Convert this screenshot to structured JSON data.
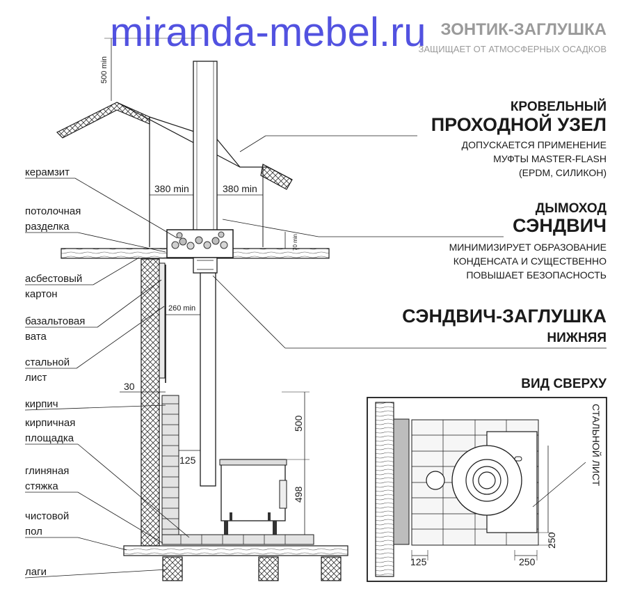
{
  "watermark": "miranda-mebel.ru",
  "top_cap": {
    "title": "ЗОНТИК-ЗАГЛУШКА",
    "subtitle": "ЗАЩИЩАЕТ ОТ АТМОСФЕРНЫХ ОСАДКОВ"
  },
  "roof_node": {
    "line1": "КРОВЕЛЬНЫЙ",
    "line2": "ПРОХОДНОЙ УЗЕЛ",
    "desc": [
      "ДОПУСКАЕТСЯ ПРИМЕНЕНИЕ",
      "МУФТЫ MASTER-FLASH",
      "(EPDM, СИЛИКОН)"
    ]
  },
  "chimney": {
    "line1": "ДЫМОХОД",
    "line2": "СЭНДВИЧ",
    "desc": [
      "МИНИМИЗИРУЕТ ОБРАЗОВАНИЕ",
      "КОНДЕНСАТА И СУЩЕСТВЕННО",
      "ПОВЫШАЕТ БЕЗОПАСНОСТЬ"
    ]
  },
  "bottom_cap": {
    "line1": "СЭНДВИЧ-ЗАГЛУШКА",
    "line2": "НИЖНЯЯ"
  },
  "top_view": {
    "title": "ВИД СВЕРХУ",
    "steel_sheet": "СТАЛЬНОЙ ЛИСТ",
    "dims": {
      "left": "125",
      "right": "250",
      "bottom": "250"
    }
  },
  "left_labels": [
    {
      "id": "keramzit",
      "lines": [
        "керамзит"
      ]
    },
    {
      "id": "ceiling",
      "lines": [
        "потолочная",
        "разделка"
      ]
    },
    {
      "id": "asbestos",
      "lines": [
        "асбестовый",
        "картон"
      ]
    },
    {
      "id": "basalt",
      "lines": [
        "базальтовая",
        "вата"
      ]
    },
    {
      "id": "steel",
      "lines": [
        "стальной",
        "лист"
      ]
    },
    {
      "id": "brick",
      "lines": [
        "кирпич"
      ]
    },
    {
      "id": "brick_pad",
      "lines": [
        "кирпичная",
        "площадка"
      ]
    },
    {
      "id": "clay",
      "lines": [
        "глиняная",
        "стяжка"
      ]
    },
    {
      "id": "floor",
      "lines": [
        "чистовой",
        "пол"
      ]
    },
    {
      "id": "joists",
      "lines": [
        "лаги"
      ]
    }
  ],
  "dimensions": {
    "roof_height": "500 min",
    "gap_left": "380 min",
    "gap_right": "380 min",
    "fill_height": "70 min",
    "wall_gap": "260 min",
    "side_gap": "30",
    "stove_gap": "125",
    "height_above": "500",
    "stove_height": "498"
  }
}
